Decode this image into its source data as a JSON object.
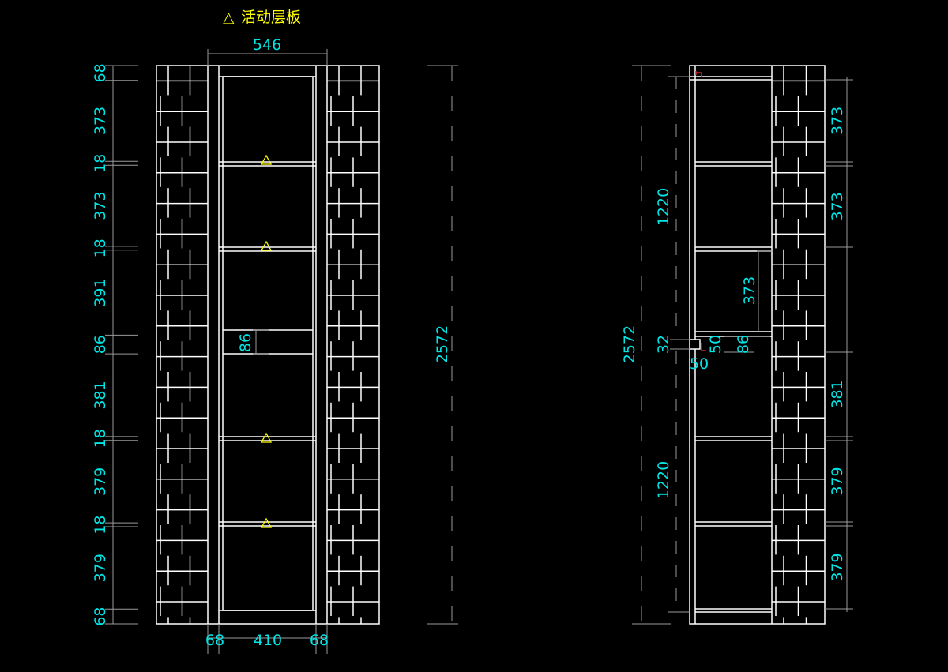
{
  "legend": {
    "symbol": "△",
    "text": "活动层板"
  },
  "colors": {
    "background": "#000000",
    "lines": "#ffffff",
    "dims": "#00e5e5",
    "extension": "#9a9a9a",
    "marker": "#ffff00",
    "accent": "#cc2222"
  },
  "front_view": {
    "top_width": "546",
    "bottom_widths": [
      "68",
      "410",
      "68"
    ],
    "left_dims": [
      "68",
      "373",
      "18",
      "373",
      "18",
      "391",
      "86",
      "381",
      "18",
      "379",
      "18",
      "379",
      "68"
    ],
    "inner_dim": "86",
    "total_height": "2572"
  },
  "side_view": {
    "total_height": "2572",
    "left_dims": [
      "1220",
      "1220"
    ],
    "right_dims": [
      "373",
      "373",
      "381",
      "379",
      "379"
    ],
    "inner_dims": [
      "373",
      "32",
      "50",
      "86",
      "50"
    ]
  }
}
